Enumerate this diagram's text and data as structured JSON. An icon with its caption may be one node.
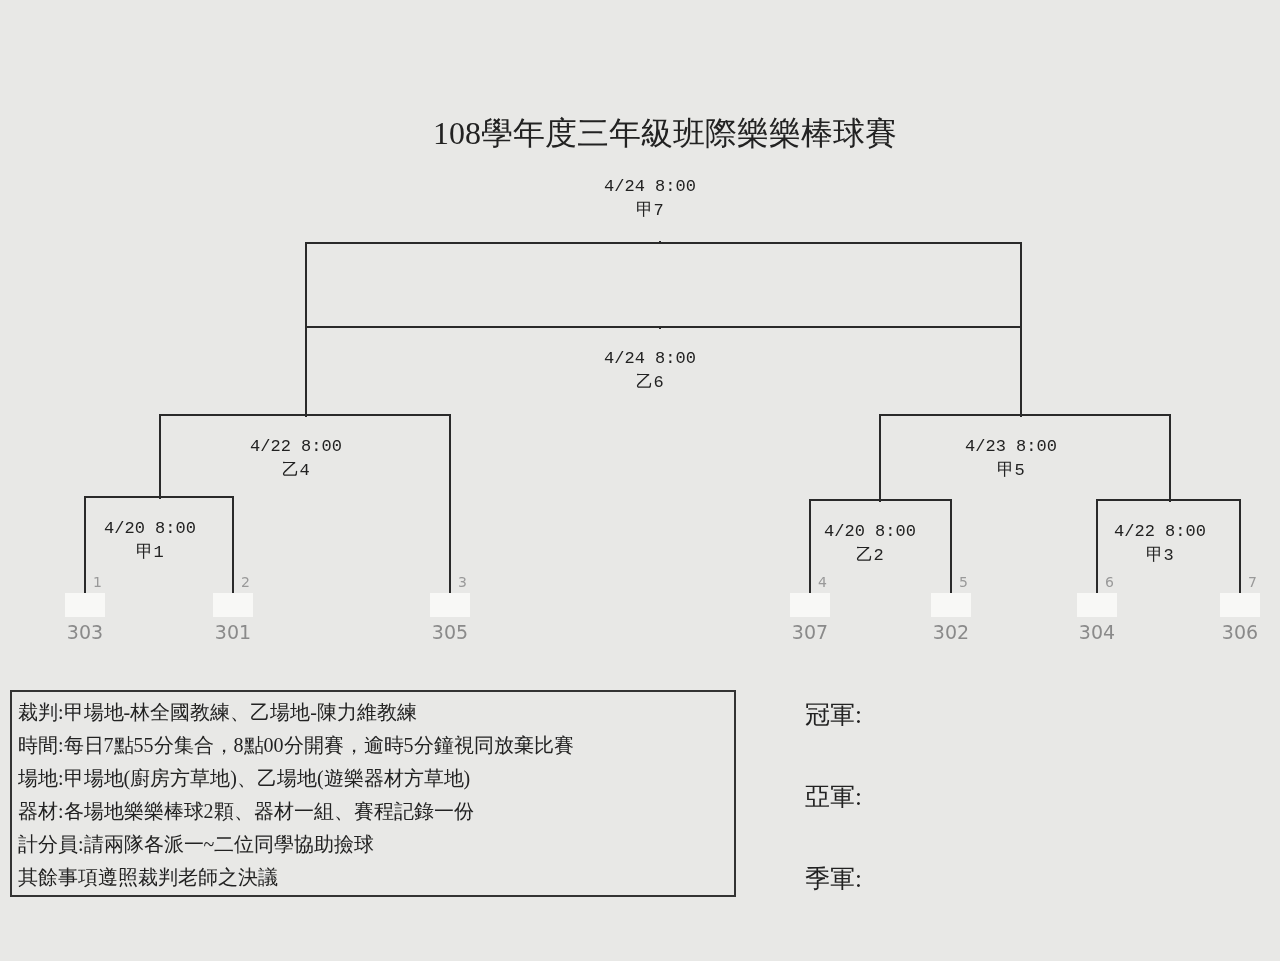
{
  "diagram": {
    "title": "108學年度三年級班際樂樂棒球賽",
    "nodes": [
      {
        "text": [
          "4/24 8:00",
          "甲7"
        ]
      },
      {
        "text": [
          "4/24 8:00",
          "乙6"
        ]
      },
      {
        "text": [
          "4/22 8:00",
          "乙4"
        ]
      },
      {
        "text": [
          "4/23 8:00",
          "甲5"
        ]
      },
      {
        "text": [
          "4/20 8:00",
          "甲1"
        ]
      },
      {
        "text": [
          "4/20 8:00",
          "乙2"
        ]
      },
      {
        "text": [
          "4/22 8:00",
          "甲3"
        ]
      },
      {
        "text": [
          "303"
        ],
        "beside": [
          "1"
        ]
      },
      {
        "text": [
          "301"
        ],
        "beside": [
          "2"
        ]
      },
      {
        "text": [
          "305"
        ],
        "beside": [
          "3"
        ]
      },
      {
        "text": [
          "307"
        ],
        "beside": [
          "4"
        ]
      },
      {
        "text": [
          "302"
        ],
        "beside": [
          "5"
        ]
      },
      {
        "text": [
          "304"
        ],
        "beside": [
          "6"
        ]
      },
      {
        "text": [
          "306"
        ],
        "beside": [
          "7"
        ]
      },
      {
        "text": [
          "裁判:甲場地-林全國教練、乙場地-陳力維教練",
          "時間:每日7點55分集合，8點00分開賽，逾時5分鐘視同放棄比賽",
          "場地:甲場地(廚房方草地)、乙場地(遊樂器材方草地)",
          "器材:各場地樂樂棒球2顆、器材一組、賽程記錄一份",
          "計分員:請兩隊各派一~二位同學協助撿球",
          "其餘事項遵照裁判老師之決議"
        ]
      }
    ],
    "edges": [
      {
        "from": 7,
        "to": 4,
        "arrow": "none"
      },
      {
        "from": 8,
        "to": 4,
        "arrow": "none"
      },
      {
        "from": 10,
        "to": 5,
        "arrow": "none"
      },
      {
        "from": 11,
        "to": 5,
        "arrow": "none"
      },
      {
        "from": 12,
        "to": 6,
        "arrow": "none"
      },
      {
        "from": 13,
        "to": 6,
        "arrow": "none"
      },
      {
        "from": 4,
        "to": 2,
        "arrow": "none"
      },
      {
        "from": 9,
        "to": 2,
        "arrow": "none"
      },
      {
        "from": 5,
        "to": 3,
        "arrow": "none"
      },
      {
        "from": 6,
        "to": 3,
        "arrow": "none"
      },
      {
        "from": 2,
        "to": 1,
        "arrow": "none"
      },
      {
        "from": 3,
        "to": 1,
        "arrow": "none"
      },
      {
        "from": 2,
        "to": 0,
        "arrow": "none"
      },
      {
        "from": 3,
        "to": 0,
        "arrow": "none"
      }
    ],
    "labels": [
      "冠軍:",
      "亞軍:",
      "季軍:"
    ]
  }
}
